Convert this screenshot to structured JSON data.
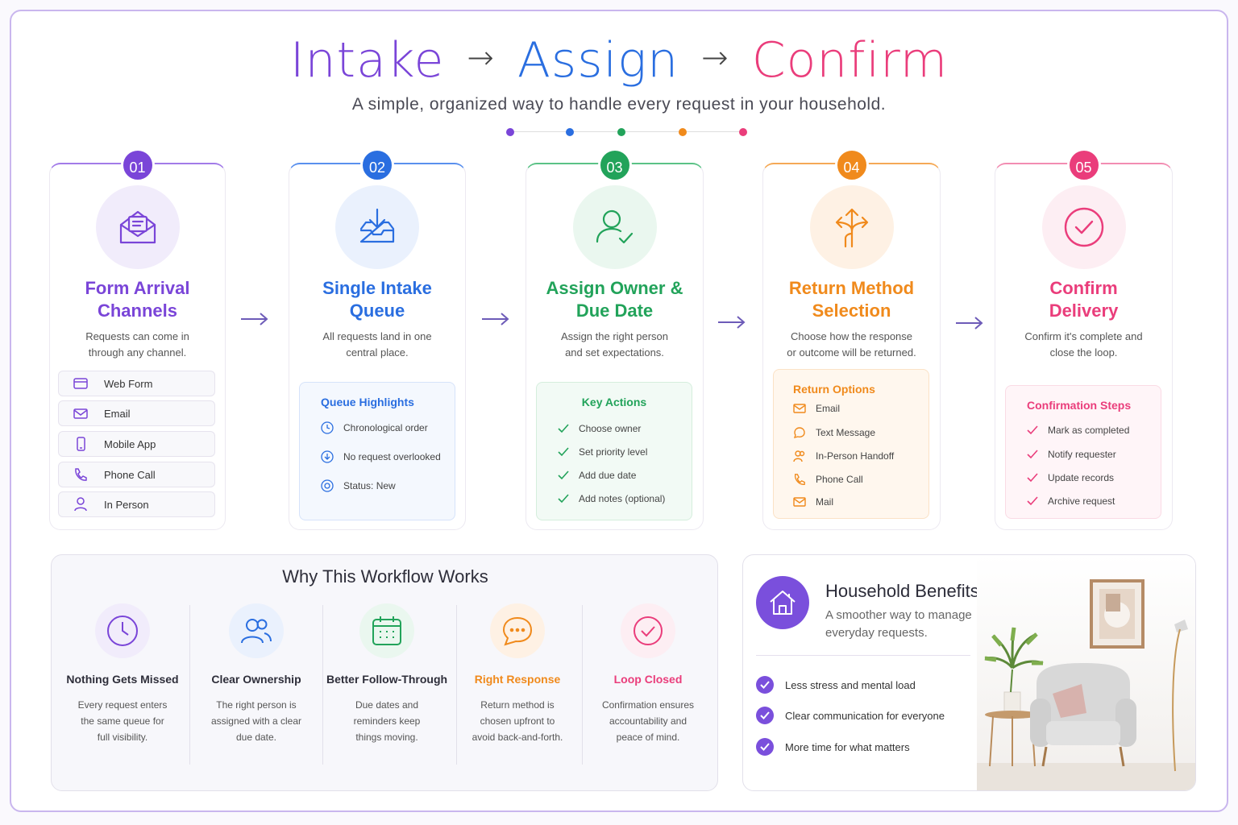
{
  "header": {
    "title_intake": "Intake",
    "title_assign": "Assign",
    "title_confirm": "Confirm",
    "arrow": "→",
    "subtitle": "A simple, organized way to handle every request in your household."
  },
  "colors": {
    "purple": "#7a45d8",
    "blue": "#2a6ee0",
    "green": "#22a35a",
    "orange": "#f08a1c",
    "pink": "#ea3d7b"
  },
  "steps": [
    {
      "number": "01",
      "title_line1": "Form Arrival",
      "title_line2": "Channels",
      "desc_line1": "Requests can come in",
      "desc_line2": "through any channel.",
      "icon": "envelope-form-icon",
      "channels": [
        {
          "icon": "web-form-icon",
          "label": "Web Form"
        },
        {
          "icon": "email-icon",
          "label": "Email"
        },
        {
          "icon": "mobile-icon",
          "label": "Mobile App"
        },
        {
          "icon": "phone-icon",
          "label": "Phone Call"
        },
        {
          "icon": "person-icon",
          "label": "In Person"
        }
      ]
    },
    {
      "number": "02",
      "title_line1": "Single Intake",
      "title_line2": "Queue",
      "desc_line1": "All requests land in one",
      "desc_line2": "central place.",
      "icon": "inbox-download-icon",
      "panel_title": "Queue Highlights",
      "items": [
        {
          "icon": "clock-icon",
          "label": "Chronological order"
        },
        {
          "icon": "arrow-down-circle-icon",
          "label": "No request overlooked"
        },
        {
          "icon": "status-icon",
          "label": "Status: New"
        }
      ]
    },
    {
      "number": "03",
      "title_line1": "Assign Owner &",
      "title_line2": "Due Date",
      "desc_line1": "Assign the right person",
      "desc_line2": "and set expectations.",
      "icon": "user-check-icon",
      "panel_title": "Key Actions",
      "items": [
        {
          "icon": "check-icon",
          "label": "Choose owner"
        },
        {
          "icon": "check-icon",
          "label": "Set priority level"
        },
        {
          "icon": "check-icon",
          "label": "Add due date"
        },
        {
          "icon": "check-icon",
          "label": "Add notes (optional)"
        }
      ]
    },
    {
      "number": "04",
      "title_line1": "Return Method",
      "title_line2": "Selection",
      "desc_line1": "Choose how the response",
      "desc_line2": "or outcome will be returned.",
      "icon": "split-arrows-icon",
      "panel_title": "Return Options",
      "items": [
        {
          "icon": "email-icon",
          "label": "Email"
        },
        {
          "icon": "chat-bubble-icon",
          "label": "Text Message"
        },
        {
          "icon": "people-icon",
          "label": "In-Person Handoff"
        },
        {
          "icon": "phone-icon",
          "label": "Phone Call"
        },
        {
          "icon": "mail-icon",
          "label": "Mail"
        }
      ]
    },
    {
      "number": "05",
      "title_line1": "Confirm",
      "title_line2": "Delivery",
      "desc_line1": "Confirm it's complete and",
      "desc_line2": "close the loop.",
      "icon": "check-circle-icon",
      "panel_title": "Confirmation Steps",
      "items": [
        {
          "icon": "check-icon",
          "label": "Mark as completed"
        },
        {
          "icon": "check-icon",
          "label": "Notify requester"
        },
        {
          "icon": "check-icon",
          "label": "Update records"
        },
        {
          "icon": "check-icon",
          "label": "Archive request"
        }
      ]
    }
  ],
  "why": {
    "title": "Why This Workflow Works",
    "items": [
      {
        "icon": "clock-icon",
        "heading": "Nothing Gets Missed",
        "d1": "Every request enters",
        "d2": "the same queue for",
        "d3": "full visibility."
      },
      {
        "icon": "people-icon",
        "heading": "Clear Ownership",
        "d1": "The right person is",
        "d2": "assigned with a clear",
        "d3": "due date."
      },
      {
        "icon": "calendar-icon",
        "heading": "Better Follow-Through",
        "d1": "Due dates and",
        "d2": "reminders keep",
        "d3": "things moving."
      },
      {
        "icon": "chat-bubble-icon",
        "heading": "Right Response",
        "d1": "Return method is",
        "d2": "chosen upfront to",
        "d3": "avoid back-and-forth."
      },
      {
        "icon": "check-circle-icon",
        "heading": "Loop Closed",
        "d1": "Confirmation ensures",
        "d2": "accountability and",
        "d3": "peace of mind."
      }
    ]
  },
  "benefits": {
    "title": "Household Benefits",
    "sub_line1": "A smoother way to manage",
    "sub_line2": "everyday requests.",
    "items": [
      "Less stress and mental load",
      "Clear communication for everyone",
      "More time for what matters"
    ]
  }
}
